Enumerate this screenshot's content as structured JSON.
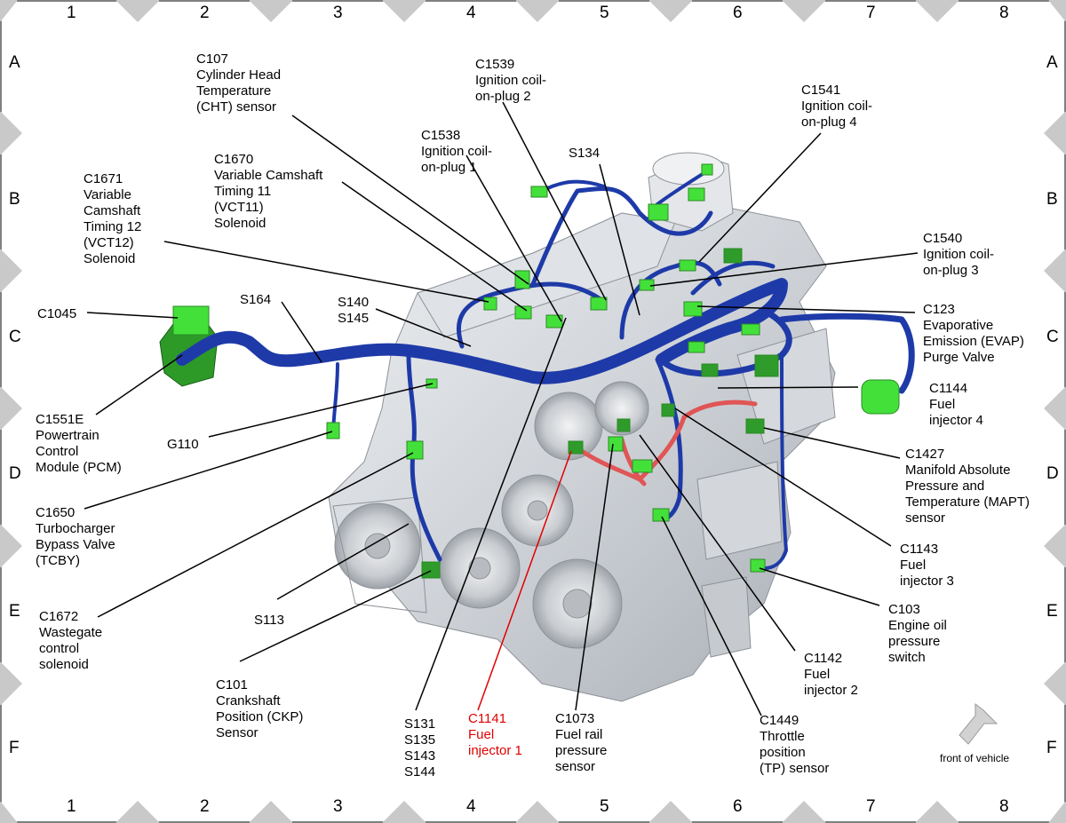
{
  "grid": {
    "columns": [
      "1",
      "2",
      "3",
      "4",
      "5",
      "6",
      "7",
      "8"
    ],
    "rows": [
      "A",
      "B",
      "C",
      "D",
      "E",
      "F"
    ]
  },
  "labels": {
    "c107": "C107\nCylinder Head\nTemperature\n(CHT) sensor",
    "c1539": "C1539\nIgnition coil-\non-plug 2",
    "c1541": "C1541\nIgnition coil-\non-plug 4",
    "c1538": "C1538\nIgnition coil-\non-plug 1",
    "s134": "S134",
    "c1670": "C1670\nVariable Camshaft\nTiming 11\n(VCT11)\nSolenoid",
    "c1671": "C1671\nVariable\nCamshaft\nTiming 12\n(VCT12)\nSolenoid",
    "c1540": "C1540\nIgnition coil-\non-plug 3",
    "c1045": "C1045",
    "s164": "S164",
    "s140": "S140\nS145",
    "c123": "C123\nEvaporative\nEmission (EVAP)\nPurge Valve",
    "c1144": "C1144\nFuel\ninjector 4",
    "c1551e": "C1551E\nPowertrain\nControl\nModule (PCM)",
    "g110": "G110",
    "c1427": "C1427\nManifold Absolute\nPressure and\nTemperature (MAPT)\nsensor",
    "c1650": "C1650\nTurbocharger\nBypass Valve\n(TCBY)",
    "c1143": "C1143\nFuel\ninjector 3",
    "c1672": "C1672\nWastegate\ncontrol\nsolenoid",
    "s113": "S113",
    "c103": "C103\nEngine oil\npressure\nswitch",
    "c1142": "C1142\nFuel\ninjector 2",
    "c101": "C101\nCrankshaft\nPosition (CKP)\nSensor",
    "s131": "S131\nS135\nS143\nS144",
    "c1141": "C1141\nFuel\ninjector 1",
    "c1073": "C1073\nFuel rail\npressure\nsensor",
    "c1449": "C1449\nThrottle\nposition\n(TP) sensor"
  },
  "front_of_vehicle": "front of vehicle",
  "colors": {
    "harness": "#1e3aa8",
    "connector": "#44e03a",
    "connector_dark": "#2e9b2a",
    "fuel_line": "#e05555",
    "highlight": "#e00000",
    "engine": "#cfd2d6"
  }
}
